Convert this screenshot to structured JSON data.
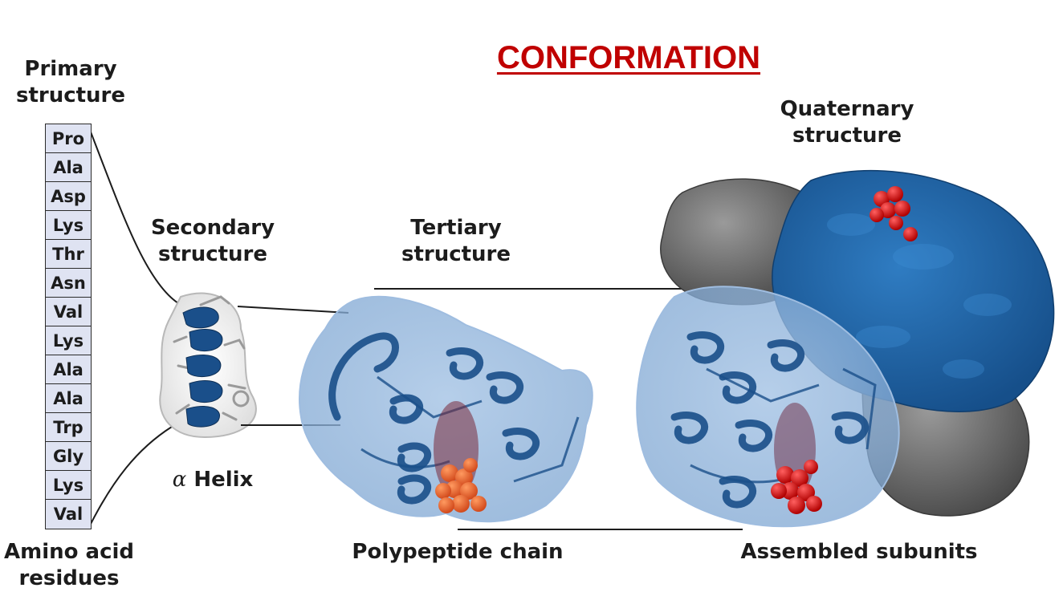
{
  "title": "CONFORMATION",
  "primary": {
    "title": "Primary structure",
    "residues": [
      "Pro",
      "Ala",
      "Asp",
      "Lys",
      "Thr",
      "Asn",
      "Val",
      "Lys",
      "Ala",
      "Ala",
      "Trp",
      "Gly",
      "Lys",
      "Val"
    ],
    "caption": "Amino acid residues"
  },
  "secondary": {
    "title": "Secondary structure",
    "helix_symbol": "α",
    "helix_word": "Helix"
  },
  "tertiary": {
    "title": "Tertiary structure",
    "caption": "Polypeptide chain"
  },
  "quaternary": {
    "title": "Quaternary structure",
    "caption": "Assembled subunits"
  },
  "colors": {
    "title_red": "#c00000",
    "ribbon_blue": "#1a4f8a",
    "surface_blue": "#1f64a6",
    "translucent_blue": "#8fb4dc",
    "grey_subunit": "#6e6e6e",
    "heme_red": "#d81818",
    "residue_box": "#dfe3f2"
  }
}
